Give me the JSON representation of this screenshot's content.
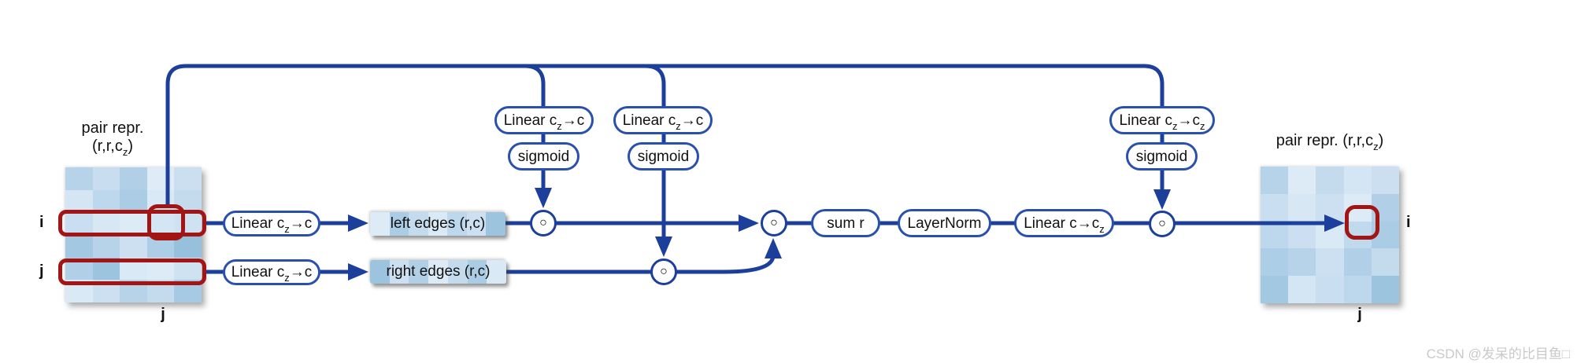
{
  "colors": {
    "line_blue": "#1c3f9b",
    "node_border_blue": "#2a50ae",
    "highlight_red": "#a31515",
    "watermark_gray": "#c9c9c9"
  },
  "labels": {
    "linear_cz_c": {
      "t1": "Linear c",
      "s1": "z",
      "t2": "→c"
    },
    "linear_cz_cz": {
      "t1": "Linear c",
      "s1": "z",
      "t2": "→c",
      "s2": "z"
    },
    "linear_c_cz": {
      "t1": "Linear c→c",
      "s1": "z"
    },
    "sigmoid": "sigmoid",
    "sum_r": "sum r",
    "layernorm": "LayerNorm",
    "left_edges": "left edges (r,c)",
    "right_edges": "right edges (r,c)",
    "hadamard": "○"
  },
  "left_matrix": {
    "title_line1": "pair repr.",
    "title_line2": {
      "t1": "(r,r,c",
      "s1": "z",
      "t2": ")"
    },
    "row_label_i": "i",
    "row_label_j": "j",
    "col_label": "j",
    "cells": [
      [
        "#b7d3ea",
        "#c8ddf0",
        "#b2cfe8",
        "#dfecf7",
        "#cbdff1"
      ],
      [
        "#d4e6f3",
        "#bdd8ec",
        "#aacde5",
        "#d9e9f5",
        "#c4dbee"
      ],
      [
        "#c9def0",
        "#d7e7f4",
        "#dcebf6",
        "#d4e5f3",
        "#cfe2f1"
      ],
      [
        "#a3c8e2",
        "#b7d3ea",
        "#cde0f1",
        "#accee6",
        "#96c0dc"
      ],
      [
        "#b2cfe8",
        "#9cc4df",
        "#d9e9f5",
        "#dcebf6",
        "#cfe2f1"
      ],
      [
        "#d9e9f5",
        "#cde0f1",
        "#b7d3ea",
        "#c4dbee",
        "#a6cae3"
      ]
    ]
  },
  "right_matrix": {
    "title": {
      "t1": "pair repr. (r,r,c",
      "s1": "z",
      "t2": ")"
    },
    "row_label_i": "i",
    "col_label": "j",
    "cells": [
      [
        "#b7d3ea",
        "#dcebf6",
        "#c4dbee",
        "#d4e6f3",
        "#cbdff1"
      ],
      [
        "#c9def0",
        "#d7e7f4",
        "#cde0f1",
        "#dcebf6",
        "#b2cfe8"
      ],
      [
        "#bdd8ec",
        "#cbdff1",
        "#d9e9f5",
        "#c0d9ed",
        "#aacde5"
      ],
      [
        "#accee6",
        "#b7d3ea",
        "#cde0f1",
        "#b2cfe8",
        "#c4dbee"
      ],
      [
        "#a3c8e2",
        "#d4e6f3",
        "#c9def0",
        "#bdd8ec",
        "#9cc4df"
      ]
    ]
  },
  "edge_boxes": {
    "left_stripes": [
      "#dcebf6",
      "#aacde5",
      "#c4dbee",
      "#d9e9f5",
      "#bdd8ec",
      "#cde0f1",
      "#9cc4df"
    ],
    "right_stripes": [
      "#9cc4df",
      "#cde0f1",
      "#b2cfe8",
      "#dcebf6",
      "#c4dbee",
      "#aacde5",
      "#d9e9f5"
    ]
  },
  "watermark": "CSDN @发呆的比目鱼□"
}
